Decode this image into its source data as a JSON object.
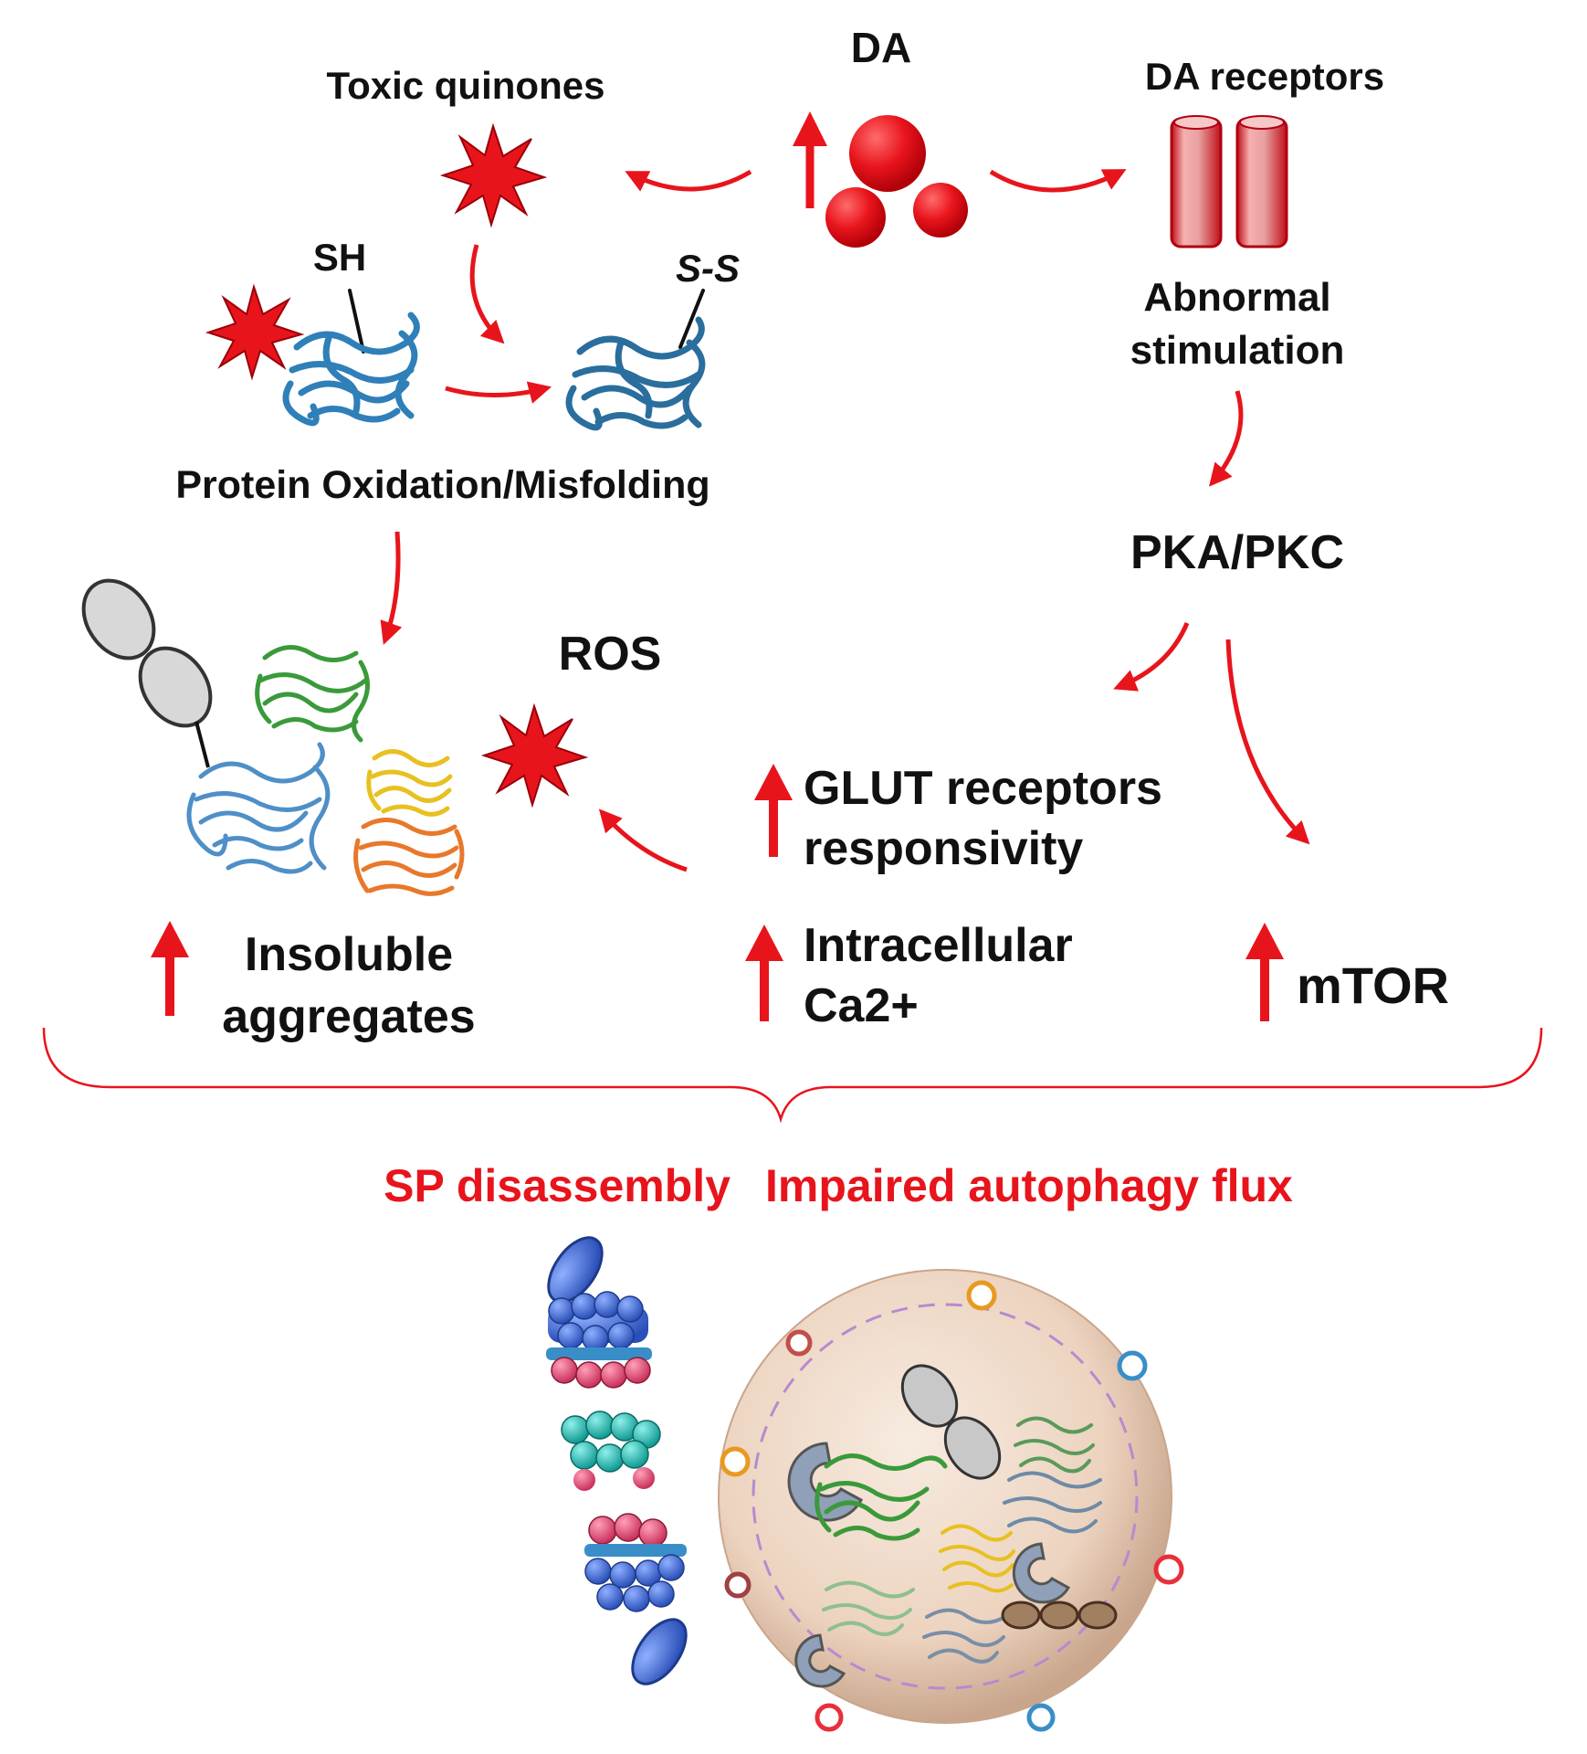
{
  "labels": {
    "toxic_quinones": "Toxic quinones",
    "da": "DA",
    "da_receptors": "DA receptors",
    "sh": "SH",
    "ss": "S-S",
    "abnormal": "Abnormal",
    "stimulation": "stimulation",
    "protein_misfolding": "Protein Oxidation/Misfolding",
    "pka_pkc": "PKA/PKC",
    "ros": "ROS",
    "glut_line1": "GLUT receptors",
    "glut_line2": "responsivity",
    "insoluble_line1": "Insoluble",
    "insoluble_line2": "aggregates",
    "ca_line1": "Intracellular",
    "ca_line2": "Ca2+",
    "mtor": "mTOR",
    "sp_disassembly": "SP disassembly",
    "impaired_autophagy": "Impaired autophagy flux"
  },
  "colors": {
    "accent_red": "#e8141c",
    "text": "#111111",
    "protein_blue": "#2f7fb8",
    "aggregate_green": "#3a9a3a",
    "aggregate_yellow": "#f2d23a",
    "aggregate_orange": "#e8782a",
    "proteasome_blue": "#3a5fc4",
    "proteasome_teal": "#18b8b0",
    "proteasome_pink": "#e0507a",
    "autophagosome": "#e8cdb8"
  }
}
